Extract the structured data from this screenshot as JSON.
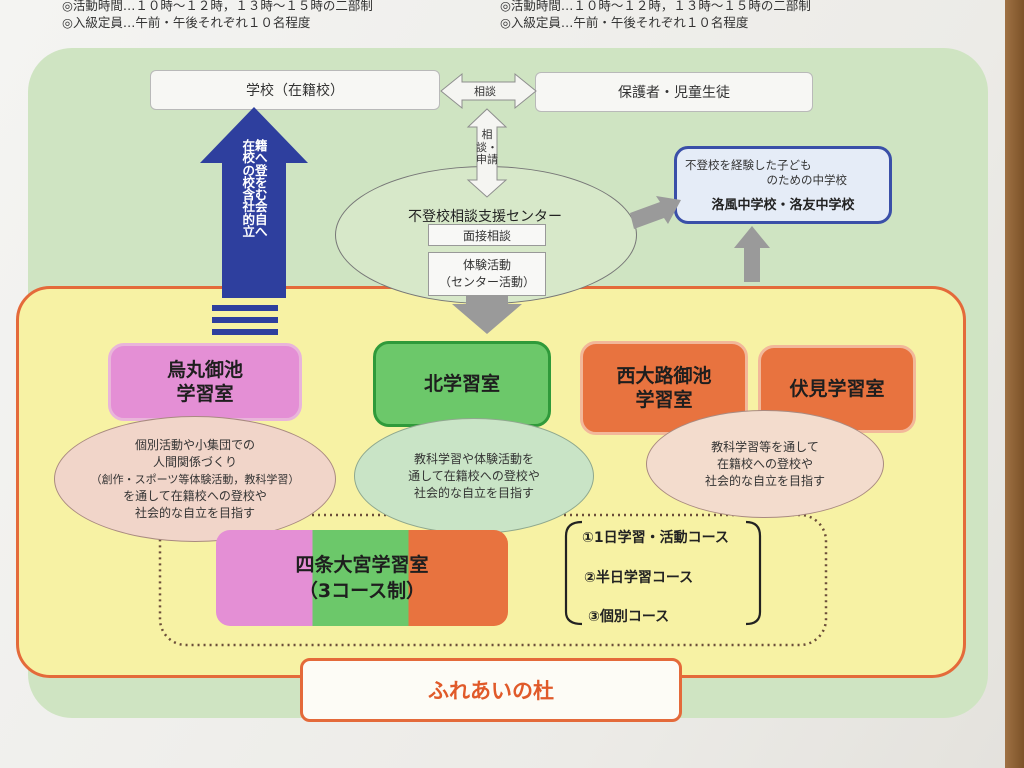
{
  "header": {
    "left_line1": "◎活動時間…１０時～１２時，１３時～１５時の二部制",
    "left_line2": "◎入級定員…午前・午後それぞれ１０名程度",
    "right_line1": "◎活動時間…１０時～１２時，１３時～１５時の二部制",
    "right_line2": "◎入級定員…午前・午後それぞれ１０名程度"
  },
  "top": {
    "school": "学校（在籍校）",
    "consult_label": "相談",
    "guardian": "保護者・児童生徒",
    "consult_apply": "相談・申請"
  },
  "center": {
    "title": "不登校相談支援センター",
    "interview": "面接相談",
    "experience_line1": "体験活動",
    "experience_line2": "（センター活動）"
  },
  "special_school": {
    "caption_line1": "不登校を経験した子ども",
    "caption_line2": "のための中学校",
    "name": "洛風中学校・洛友中学校"
  },
  "blue_arrow_text": "在籍校への登校を含む社会的自立へ",
  "rooms": {
    "karasuma": {
      "line1": "烏丸御池",
      "line2": "学習室"
    },
    "kita": {
      "line1": "北学習室"
    },
    "nishioji": {
      "line1": "西大路御池",
      "line2": "学習室"
    },
    "fushimi": {
      "line1": "伏見学習室"
    },
    "shijo": {
      "line1": "四条大宮学習室",
      "line2": "（3コース制）"
    }
  },
  "descriptions": {
    "karasuma": [
      "個別活動や小集団での",
      "人間関係づくり",
      "（創作・スポーツ等体験活動，教科学習）",
      "を通して在籍校への登校や",
      "社会的な自立を目指す"
    ],
    "kita": [
      "教科学習や体験活動を",
      "通して在籍校への登校や",
      "社会的な自立を目指す"
    ],
    "west": [
      "教科学習等を通して",
      "在籍校への登校や",
      "社会的な自立を目指す"
    ]
  },
  "courses": [
    "①1日学習・活動コース",
    "②半日学習コース",
    "③個別コース"
  ],
  "footer_title": "ふれあいの杜",
  "colors": {
    "green_panel": "#cfe4c2",
    "yellow_panel": "#f7f2a4",
    "orange_border": "#e46a3a",
    "pink": "#e48fd5",
    "green": "#6cc86a",
    "orange": "#e8733f",
    "blue_arrow": "#2e3f9e",
    "grey_arrow": "#9a9a9a"
  }
}
